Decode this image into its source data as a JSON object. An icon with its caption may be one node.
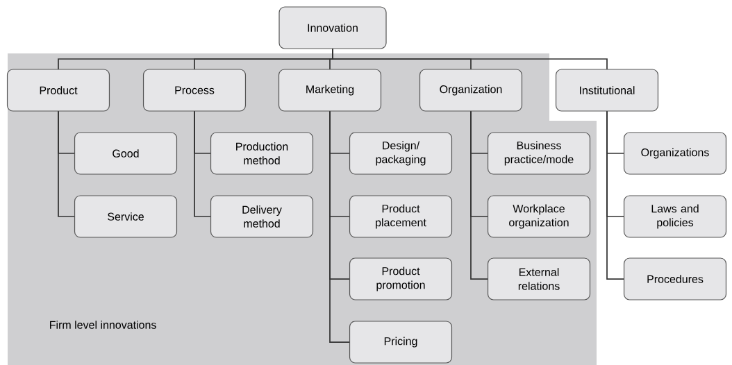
{
  "diagram": {
    "nodes": [
      {
        "text": [
          "Innovation"
        ]
      },
      {
        "text": [
          "Firm level innovations"
        ]
      },
      {
        "text": [
          "Product"
        ],
        "in": 1
      },
      {
        "text": [
          "Process"
        ],
        "in": 1
      },
      {
        "text": [
          "Marketing"
        ],
        "in": 1
      },
      {
        "text": [
          "Organization"
        ],
        "in": 1
      },
      {
        "text": [
          "Institutional"
        ]
      },
      {
        "text": [
          "Good"
        ],
        "in": 1
      },
      {
        "text": [
          "Service"
        ],
        "in": 1
      },
      {
        "text": [
          "Production method"
        ],
        "in": 1
      },
      {
        "text": [
          "Delivery method"
        ],
        "in": 1
      },
      {
        "text": [
          "Design/ packaging"
        ],
        "in": 1
      },
      {
        "text": [
          "Product placement"
        ],
        "in": 1
      },
      {
        "text": [
          "Product promotion"
        ],
        "in": 1
      },
      {
        "text": [
          "Pricing"
        ],
        "in": 1
      },
      {
        "text": [
          "Business practice/mode"
        ],
        "in": 1
      },
      {
        "text": [
          "Workplace organization"
        ],
        "in": 1
      },
      {
        "text": [
          "External relations"
        ],
        "in": 1
      },
      {
        "text": [
          "Organizations"
        ]
      },
      {
        "text": [
          "Laws and policies"
        ]
      },
      {
        "text": [
          "Procedures"
        ]
      }
    ],
    "edges": [
      {
        "from": 0,
        "to": 2,
        "arrow": "none"
      },
      {
        "from": 0,
        "to": 3,
        "arrow": "none"
      },
      {
        "from": 0,
        "to": 4,
        "arrow": "none"
      },
      {
        "from": 0,
        "to": 5,
        "arrow": "none"
      },
      {
        "from": 0,
        "to": 6,
        "arrow": "none"
      },
      {
        "from": 2,
        "to": 7,
        "arrow": "none"
      },
      {
        "from": 2,
        "to": 8,
        "arrow": "none"
      },
      {
        "from": 3,
        "to": 9,
        "arrow": "none"
      },
      {
        "from": 3,
        "to": 10,
        "arrow": "none"
      },
      {
        "from": 4,
        "to": 11,
        "arrow": "none"
      },
      {
        "from": 4,
        "to": 12,
        "arrow": "none"
      },
      {
        "from": 4,
        "to": 13,
        "arrow": "none"
      },
      {
        "from": 4,
        "to": 14,
        "arrow": "none"
      },
      {
        "from": 5,
        "to": 15,
        "arrow": "none"
      },
      {
        "from": 5,
        "to": 16,
        "arrow": "none"
      },
      {
        "from": 5,
        "to": 17,
        "arrow": "none"
      },
      {
        "from": 6,
        "to": 18,
        "arrow": "none"
      },
      {
        "from": 6,
        "to": 19,
        "arrow": "none"
      },
      {
        "from": 6,
        "to": 20,
        "arrow": "none"
      }
    ]
  }
}
